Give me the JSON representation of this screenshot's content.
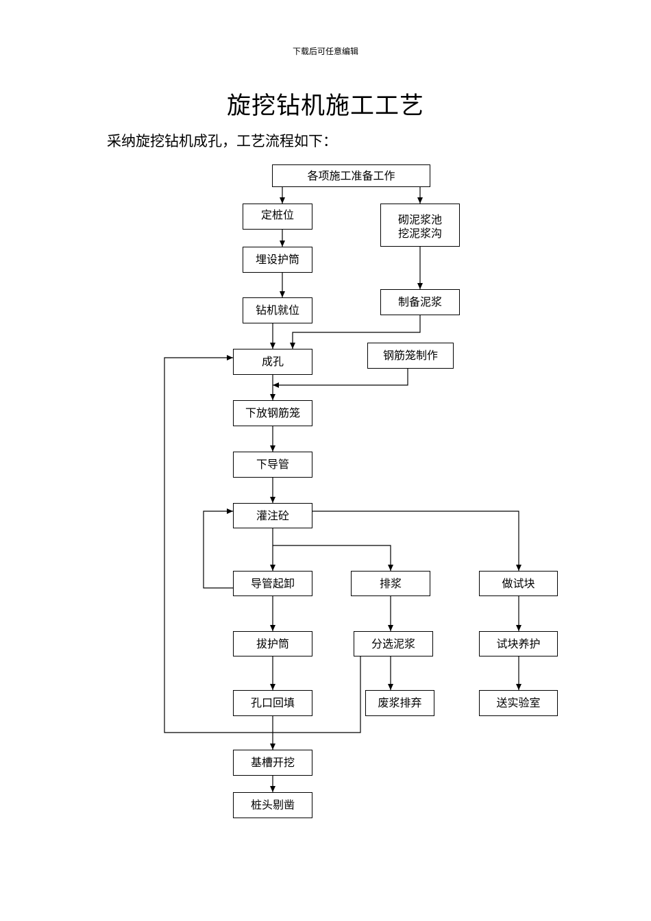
{
  "header_note": "下载后可任意编辑",
  "title": "旋挖钻机施工工艺",
  "intro": "采纳旋挖钻机成孔，工艺流程如下：",
  "steps": {
    "prep": "各项施工准备工作",
    "pile_position": "定桩位",
    "mud_pit_line1": "砌泥浆池",
    "mud_pit_line2": "挖泥浆沟",
    "bury_casing": "埋设护筒",
    "make_mud": "制备泥浆",
    "drill_in_place": "钻机就位",
    "form_hole": "成孔",
    "cage_make": "钢筋笼制作",
    "lower_cage": "下放钢筋笼",
    "lower_pipe": "下导管",
    "pour_concrete": "灌注砼",
    "lift_pipe": "导管起卸",
    "discharge_mud": "排浆",
    "make_test_block": "做试块",
    "pull_casing": "拔护筒",
    "sort_mud": "分选泥浆",
    "cure_test_block": "试块养护",
    "backfill": "孔口回填",
    "waste_mud": "废浆排弃",
    "to_lab": "送实验室",
    "excavate_trench": "基槽开挖",
    "chisel_pile_head": "桩头剔凿"
  }
}
